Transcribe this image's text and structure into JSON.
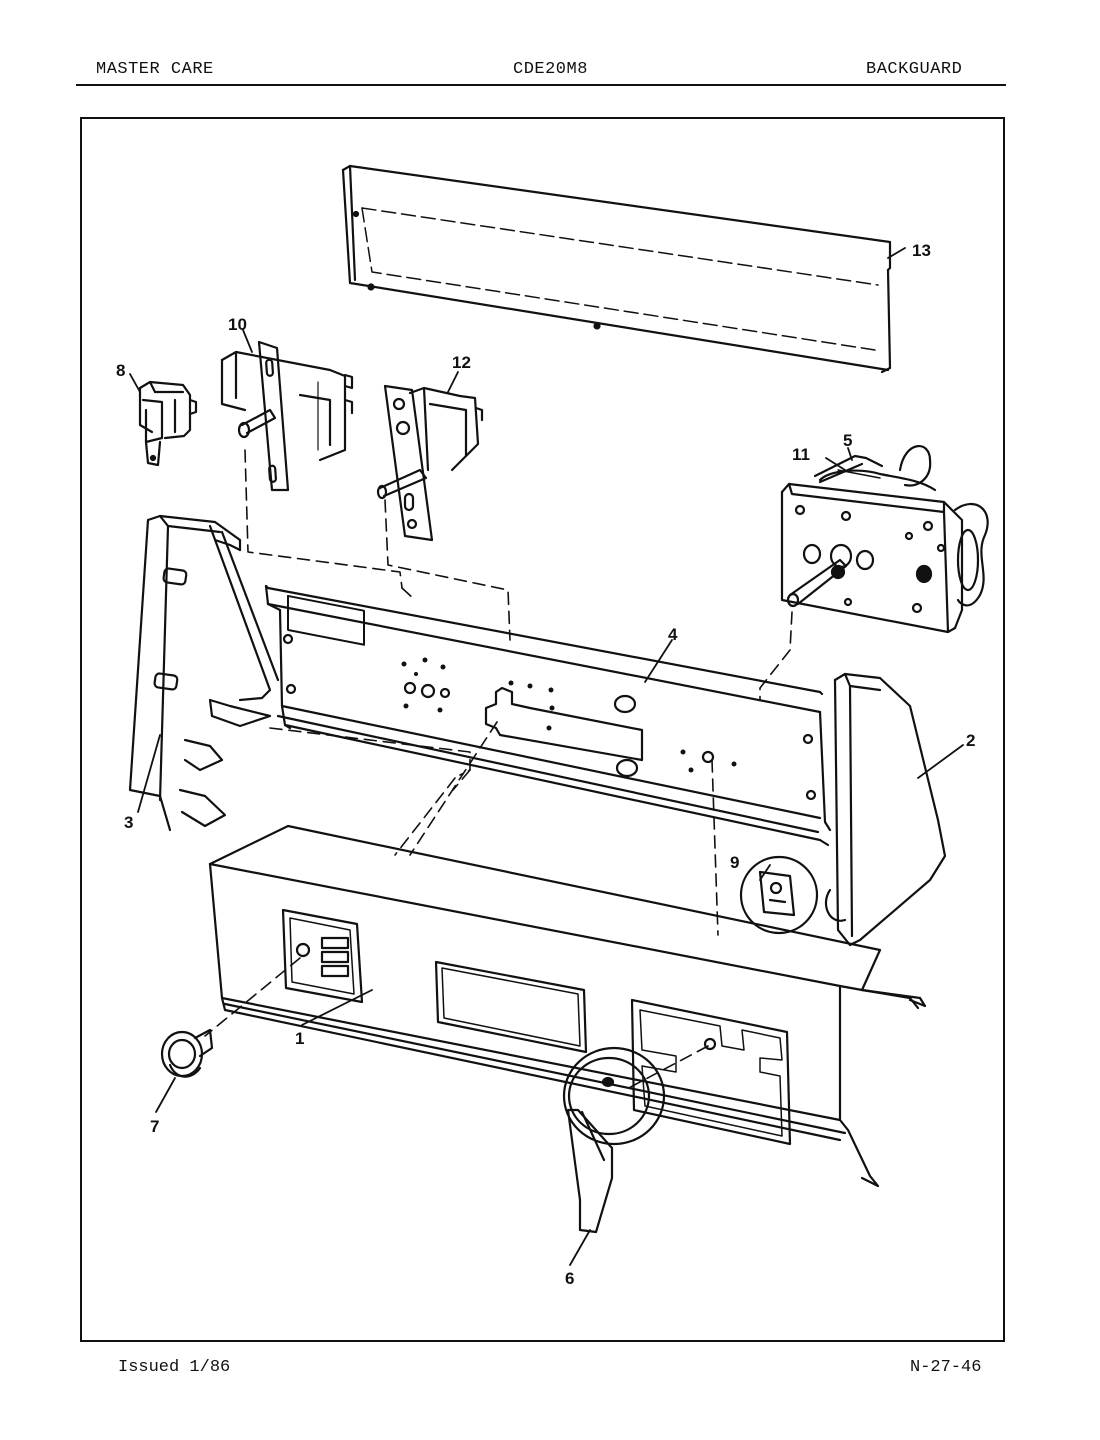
{
  "header": {
    "brand": "MASTER CARE",
    "model": "CDE20M8",
    "section": "BACKGUARD"
  },
  "footer": {
    "issued": "Issued 1/86",
    "page_code": "N-27-46"
  },
  "callouts": [
    {
      "id": "1",
      "part": "front-panel"
    },
    {
      "id": "2",
      "part": "right-end-cap"
    },
    {
      "id": "3",
      "part": "left-end-cap"
    },
    {
      "id": "4",
      "part": "control-bracket"
    },
    {
      "id": "5",
      "part": "timer"
    },
    {
      "id": "6",
      "part": "timer-knob"
    },
    {
      "id": "7",
      "part": "push-button"
    },
    {
      "id": "8",
      "part": "switch"
    },
    {
      "id": "9",
      "part": "clip"
    },
    {
      "id": "10",
      "part": "selector-switch"
    },
    {
      "id": "11",
      "part": "timer-harness"
    },
    {
      "id": "12",
      "part": "switch-bracket"
    },
    {
      "id": "13",
      "part": "rear-cover"
    }
  ]
}
